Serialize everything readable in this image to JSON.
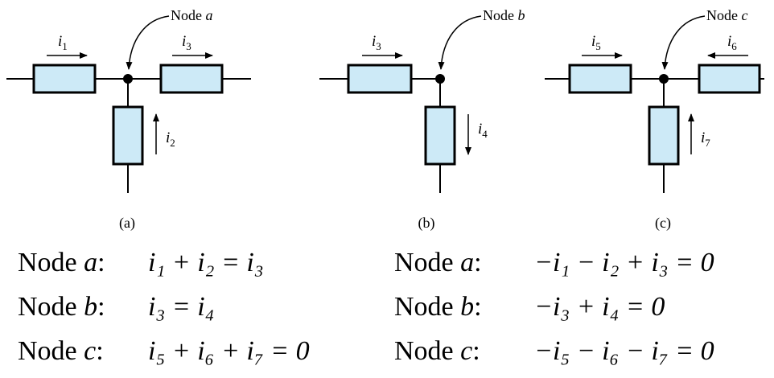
{
  "panels": [
    {
      "id": "a",
      "node_prefix": "Node ",
      "node_var": "a",
      "caption": "(a)",
      "currents": [
        {
          "base": "i",
          "sub": "1"
        },
        {
          "base": "i",
          "sub": "3"
        },
        {
          "base": "i",
          "sub": "2"
        }
      ]
    },
    {
      "id": "b",
      "node_prefix": "Node ",
      "node_var": "b",
      "caption": "(b)",
      "currents": [
        {
          "base": "i",
          "sub": "3"
        },
        {
          "base": "i",
          "sub": "4"
        }
      ]
    },
    {
      "id": "c",
      "node_prefix": "Node ",
      "node_var": "c",
      "caption": "(c)",
      "currents": [
        {
          "base": "i",
          "sub": "5"
        },
        {
          "base": "i",
          "sub": "6"
        },
        {
          "base": "i",
          "sub": "7"
        }
      ]
    }
  ],
  "equations_left": [
    {
      "prefix": "Node ",
      "var": "a",
      "colon": ":",
      "expr": "i₁ + i₂ = i₃"
    },
    {
      "prefix": "Node ",
      "var": "b",
      "colon": ":",
      "expr": "i₃ = i₄"
    },
    {
      "prefix": "Node ",
      "var": "c",
      "colon": ":",
      "expr": "i₅ + i₆ + i₇ = 0"
    }
  ],
  "equations_right": [
    {
      "prefix": "Node ",
      "var": "a",
      "colon": ":",
      "expr": "−i₁ − i₂ + i₃ = 0"
    },
    {
      "prefix": "Node ",
      "var": "b",
      "colon": ":",
      "expr": "−i₃ + i₄ = 0"
    },
    {
      "prefix": "Node ",
      "var": "c",
      "colon": ":",
      "expr": "−i₅ − i₆ − i₇ = 0"
    }
  ],
  "colors": {
    "resistor_fill": "#cdeaf7",
    "wire": "#000000"
  }
}
